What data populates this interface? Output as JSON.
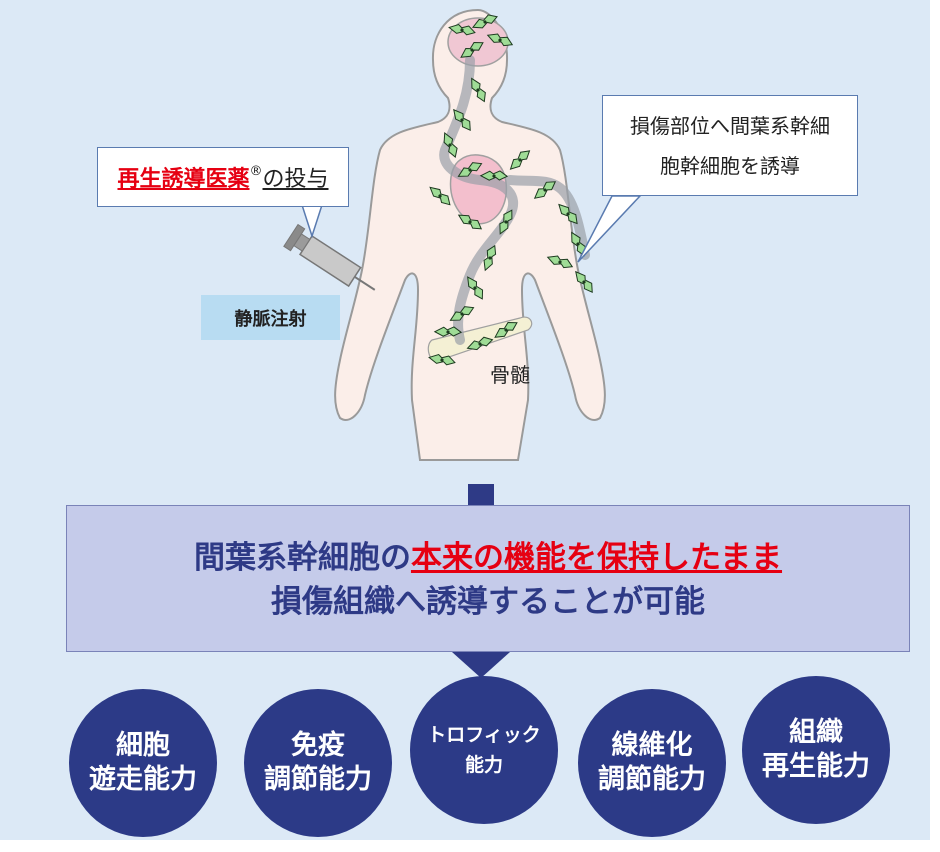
{
  "left_callout": {
    "highlight": "再生誘導医薬",
    "registered": "®",
    "tail": "の投与"
  },
  "right_callout": {
    "line1": "損傷部位へ間葉系幹細",
    "line2": "胞幹細胞を誘導"
  },
  "injection_label": "静脈注射",
  "marrow_label": "骨髄",
  "main": {
    "line1_prefix": "間葉系幹細胞の",
    "line1_highlight": "本来の機能を保持したまま",
    "line2": "損傷組織へ誘導することが可能"
  },
  "abilities": [
    {
      "line1": "細胞",
      "line2": "遊走能力"
    },
    {
      "line1": "免疫",
      "line2": "調節能力"
    },
    {
      "line1": "トロフィック",
      "line2": "能力"
    },
    {
      "line1": "線維化",
      "line2": "調節能力"
    },
    {
      "line1": "組織",
      "line2": "再生能力"
    }
  ],
  "colors": {
    "panel_bg": "#dce9f6",
    "highlight_red": "#e60012",
    "navy": "#2c3a87",
    "main_box": "#c5cbea",
    "stem_cell_green": "#8fd48a"
  }
}
